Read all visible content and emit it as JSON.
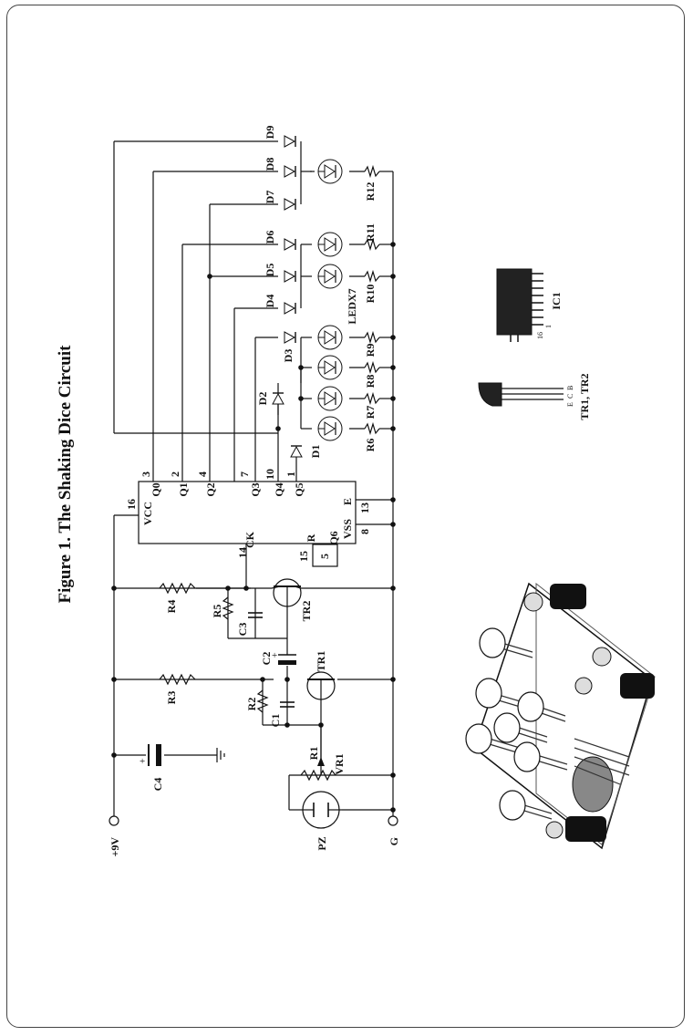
{
  "figure": {
    "title": "Figure 1. The Shaking Dice Circuit"
  },
  "supply": {
    "vplus": "+9V",
    "ground": "G"
  },
  "components": {
    "c4": "C4",
    "c4_pol": "+",
    "pz": "PZ",
    "r1": "R1",
    "vr1": "VR1",
    "r3": "R3",
    "r2": "R2",
    "c1": "C1",
    "tr1": "TR1",
    "c2": "C2",
    "c2_pol": "+",
    "r4": "R4",
    "r5": "R5",
    "c3": "C3",
    "tr2": "TR2"
  },
  "ic": {
    "pins_top": [
      {
        "num": "16",
        "name": "VCC"
      },
      {
        "num": "3",
        "name": "Q0"
      },
      {
        "num": "2",
        "name": "Q1"
      },
      {
        "num": "4",
        "name": "Q2"
      },
      {
        "num": "7",
        "name": "Q3"
      },
      {
        "num": "10",
        "name": "Q4"
      },
      {
        "num": "1",
        "name": "Q5"
      }
    ],
    "pin_e": {
      "num": "13",
      "name": "E"
    },
    "pin_vss": {
      "num": "8",
      "name": "VSS"
    },
    "pin_ck": {
      "num": "14",
      "name": "CK"
    },
    "pin_r": {
      "num": "15",
      "name": "R"
    },
    "pin_q6": {
      "num": "5",
      "name": "Q6"
    }
  },
  "diodes": [
    "D1",
    "D2",
    "D3",
    "D4",
    "D5",
    "D6",
    "D7",
    "D8",
    "D9"
  ],
  "resistors": [
    "R6",
    "R7",
    "R8",
    "R9",
    "R10",
    "R11",
    "R12"
  ],
  "led_label": "LEDX7",
  "parts": {
    "transistor_label": "TR1, TR2",
    "transistor_pins": [
      "E",
      "C",
      "B"
    ],
    "ic_label": "IC1",
    "ic_pin16": "16",
    "ic_pin1": "1"
  }
}
